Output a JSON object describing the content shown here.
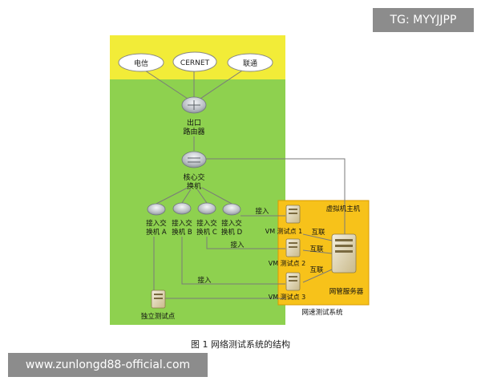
{
  "overlay": {
    "tg_label": "TG: MYYJJPP",
    "url_label": "www.zunlongd88-official.com"
  },
  "caption": "图 1  网络测试系统的结构",
  "colors": {
    "internet_zone": "#f2ec38",
    "campus_zone": "#8ed14f",
    "test_system_zone": "#f7c21a",
    "line": "#7a7a7a",
    "device_gray": "#c8ccd0"
  },
  "clouds": {
    "telecom": "电信",
    "cernet": "CERNET",
    "unicom": "联通"
  },
  "devices": {
    "exit_router_line1": "出口",
    "exit_router_line2": "路由器",
    "core_switch_line1": "核心交",
    "core_switch_line2": "换机",
    "access_a_line1": "接入交",
    "access_a_line2": "换机 A",
    "access_b_line1": "接入交",
    "access_b_line2": "换机 B",
    "access_c_line1": "接入交",
    "access_c_line2": "换机 C",
    "access_d_line1": "接入交",
    "access_d_line2": "换机 D",
    "standalone_point": "独立测试点"
  },
  "test_system": {
    "vm_host": "虚拟机主机",
    "vm1": "VM 测试点 1",
    "vm2": "VM 测试点 2",
    "vm3": "VM 测试点 3",
    "server": "网管服务器",
    "label": "网速测试系统"
  },
  "links": {
    "access_1": "接入",
    "access_2": "接入",
    "access_3": "接入",
    "interconnect_1": "互联",
    "interconnect_2": "互联",
    "interconnect_3": "互联"
  }
}
